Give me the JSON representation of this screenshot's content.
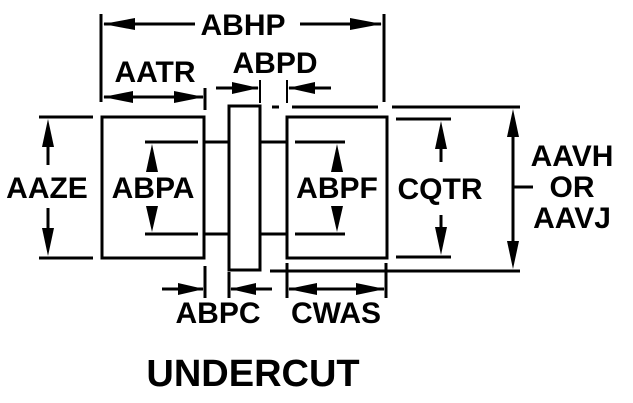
{
  "title": "UNDERCUT",
  "dimensions": {
    "overall_length": "ABHP",
    "left_body_length": "AATR",
    "gap_right": "ABPD",
    "gap_left": "ABPC",
    "right_body_length": "CWAS",
    "left_body_height": "AAZE",
    "left_undercut_diameter": "ABPA",
    "right_undercut_diameter": "ABPF",
    "right_body_height": "CQTR",
    "overall_height_line1": "AAVH",
    "overall_height_line2": "OR",
    "overall_height_line3": "AAVJ"
  },
  "colors": {
    "line": "#000000",
    "background": "#ffffff"
  }
}
